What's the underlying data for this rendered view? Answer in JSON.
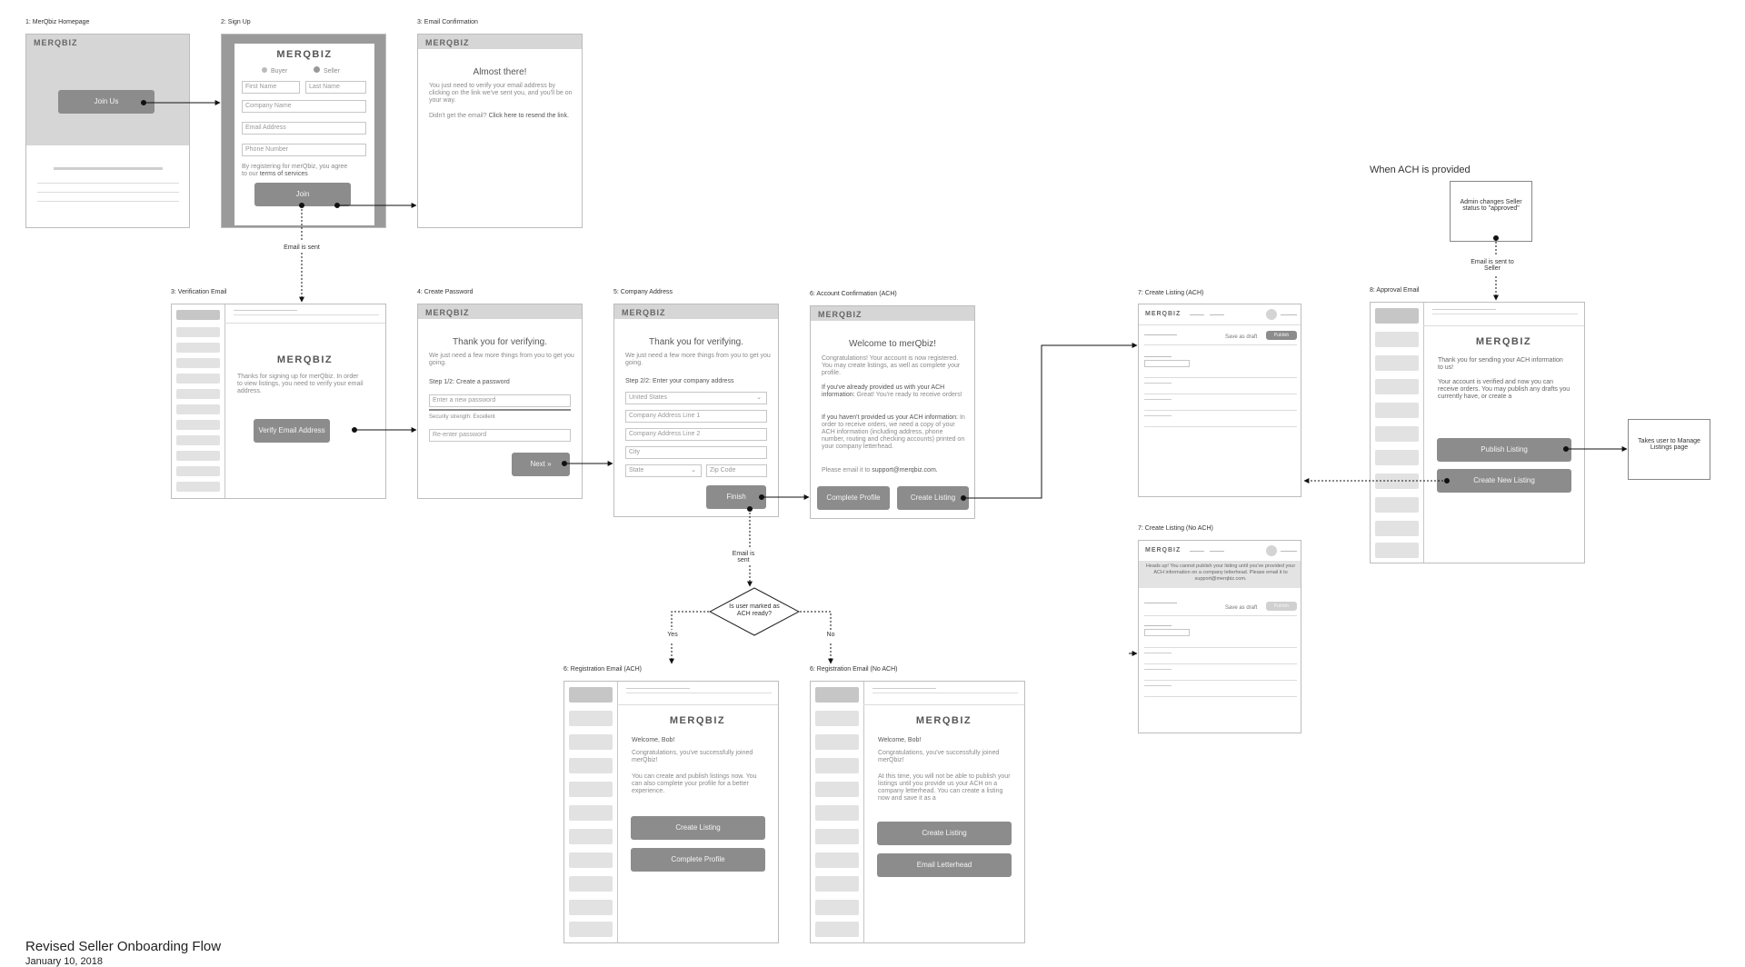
{
  "brand": "MERQBIZ",
  "labels": {
    "homepage": "1: MerQbiz Homepage",
    "signup": "2: Sign Up",
    "email_confirmation": "3: Email Confirmation",
    "verification_email": "3: Verification Email",
    "create_password": "4: Create Password",
    "company_address": "5: Company Address",
    "account_confirmation": "6: Account Confirmation (ACH)",
    "create_listing_ach": "7: Create Listing (ACH)",
    "create_listing_no_ach": "7: Create Listing (No ACH)",
    "approval_email": "8: Approval Email",
    "registration_email_ach": "6: Registration Email (ACH)",
    "registration_email_no_ach": "6: Registration Email (No ACH)"
  },
  "homepage": {
    "join_button": "Join Us"
  },
  "signup": {
    "radio_buyer": "Buyer",
    "radio_seller": "Seller",
    "first_name": "First Name",
    "last_name": "Last Name",
    "company_name": "Company Name",
    "email": "Email Address",
    "phone": "Phone Number",
    "terms_text": "By registering for merQbiz, you agree to our",
    "terms_link": "terms of services",
    "join_button": "Join"
  },
  "email_confirmation": {
    "title": "Almost there!",
    "body": "You just need to verify your email address by clicking on the link we've sent you, and you'll be on your way.",
    "resend_prefix": "Didn't get the email?",
    "resend_link": "Click here to resend the link."
  },
  "verification_email": {
    "body": "Thanks for signing up for merQbiz. In order to view listings, you need to verify your email address.",
    "button": "Verify Email Address"
  },
  "create_password": {
    "title": "Thank you for verifying.",
    "subtitle": "We just need a few more things from you to get you going.",
    "step": "Step 1/2: Create a password",
    "new_password": "Enter a new password",
    "strength": "Security strength: Excellent",
    "reenter": "Re-enter password",
    "next_button": "Next »"
  },
  "company_address": {
    "title": "Thank you for verifying.",
    "subtitle": "We just need a few more things from you to get you going.",
    "step": "Step 2/2: Enter your company address",
    "country": "United States",
    "line1": "Company Address Line 1",
    "line2": "Company Address Line 2",
    "city": "City",
    "state": "State",
    "zip": "Zip Code",
    "finish_button": "Finish"
  },
  "account_confirmation": {
    "title": "Welcome to merQbiz!",
    "p1": "Congratulations! Your account is now registered. You may create listings, as well as complete your profile.",
    "p2_bold": "If you've already provided us with your ACH information:",
    "p2": "Great! You're ready to receive orders!",
    "p3_bold": "If you haven't provided us your ACH information:",
    "p3": "In order to receive orders, we need a copy of your ACH information (including address, phone number, routing and checking accounts) printed on your company letterhead.",
    "p4_prefix": "Please email it to",
    "p4_email": "support@merqbiz.com.",
    "complete_button": "Complete Profile",
    "create_button": "Create Listing"
  },
  "create_listing": {
    "save_draft": "Save as draft",
    "publish": "Publish",
    "warning": "Heads up! You cannot publish your listing until you've provided your ACH information on a company letterhead. Please email it to support@merqbiz.com."
  },
  "approval": {
    "heading": "When ACH is provided",
    "admin_box": "Admin changes Seller status to \"approved\"",
    "email_sent": "Email is sent to Seller",
    "body1": "Thank you for sending your ACH information to us!",
    "body2": "Your account is verified and now you can receive orders. You may publish any drafts you currently have, or create a",
    "publish_button": "Publish Listing",
    "create_button": "Create New Listing",
    "manage_note": "Takes user to Manage Listings page"
  },
  "flow": {
    "email_sent_1": "Email is sent",
    "email_sent_2": "Email is sent",
    "decision": "Is user marked as ACH ready?",
    "yes": "Yes",
    "no": "No"
  },
  "registration_ach": {
    "greeting": "Welcome, Bob!",
    "p1": "Congratulations, you've successfully joined merQbiz!",
    "p2": "You can create and publish listings now. You can also complete your profile for a better experience.",
    "create_button": "Create Listing",
    "complete_button": "Complete Profile"
  },
  "registration_no_ach": {
    "greeting": "Welcome, Bob!",
    "p1": "Congratulations, you've successfully joined merQbiz!",
    "p2": "At this time, you will not be able to publish your listings until you provide us your ACH on a company letterhead. You can create a listing now and save it as a",
    "create_button": "Create Listing",
    "email_button": "Email Letterhead"
  },
  "footer": {
    "title": "Revised Seller Onboarding Flow",
    "date": "January 10, 2018"
  }
}
